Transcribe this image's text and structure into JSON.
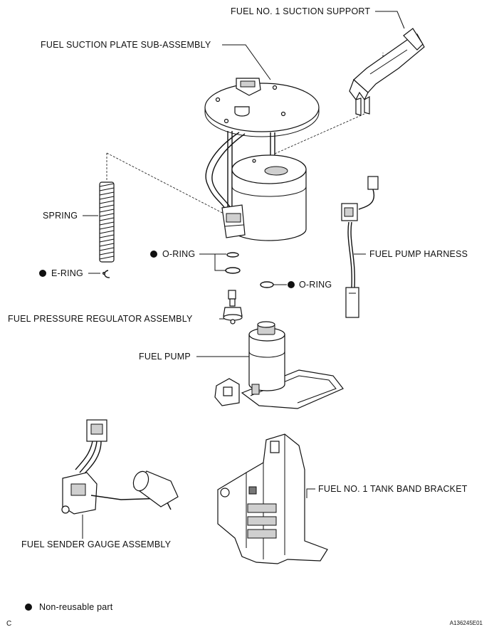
{
  "labels": {
    "suction_support": "FUEL NO. 1 SUCTION SUPPORT",
    "suction_plate": "FUEL SUCTION PLATE SUB-ASSEMBLY",
    "spring": "SPRING",
    "o_ring_1": "O-RING",
    "e_ring": "E-RING",
    "o_ring_2": "O-RING",
    "fuel_pump_harness": "FUEL PUMP HARNESS",
    "pressure_regulator": "FUEL PRESSURE REGULATOR ASSEMBLY",
    "fuel_pump": "FUEL PUMP",
    "tank_band_bracket": "FUEL NO. 1 TANK BAND BRACKET",
    "sender_gauge": "FUEL SENDER GAUGE ASSEMBLY"
  },
  "legend": {
    "text": "Non-reusable part"
  },
  "footer": {
    "left_code": "C",
    "figure_id": "A136245E01"
  }
}
